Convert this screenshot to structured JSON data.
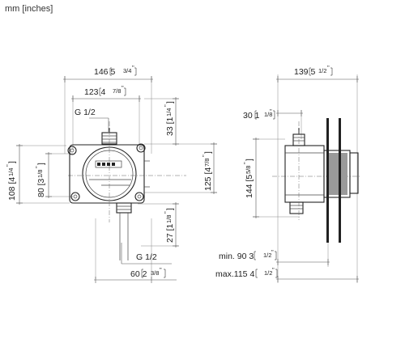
{
  "unit_note": "mm [inches]",
  "front_view": {
    "width_outer": {
      "mm": "146",
      "in_whole": "5",
      "in_frac": "3/4",
      "in_mark": "\""
    },
    "width_inner": {
      "mm": "123",
      "in_whole": "4",
      "in_frac": "7/8",
      "in_mark": "\""
    },
    "top_thread": "G 1/2",
    "top_offset": {
      "mm": "33",
      "in_whole": "1",
      "in_frac": "1/4",
      "in_mark": "\""
    },
    "height_overall": {
      "mm": "108",
      "in_whole": "4",
      "in_frac": "1/4",
      "in_mark": "\""
    },
    "height_inner": {
      "mm": "80",
      "in_whole": "3",
      "in_frac": "1/8",
      "in_mark": "\""
    },
    "height_right": {
      "mm": "125",
      "in_whole": "4",
      "in_frac": "7/8",
      "in_mark": "\""
    },
    "bottom_offset": {
      "mm": "27",
      "in_whole": "1",
      "in_frac": "1/8",
      "in_mark": "\""
    },
    "bottom_thread": "G 1/2",
    "bottom_width": {
      "mm": "60",
      "in_whole": "2",
      "in_frac": "3/8",
      "in_mark": "\""
    }
  },
  "side_view": {
    "depth_overall": {
      "mm": "139",
      "in_whole": "5",
      "in_frac": "1/2",
      "in_mark": "\""
    },
    "top_depth": {
      "mm": "30",
      "in_whole": "1",
      "in_frac": "1/8",
      "in_mark": "\""
    },
    "height": {
      "mm": "144",
      "in_whole": "5",
      "in_frac": "5/8",
      "in_mark": "\""
    },
    "min_depth": {
      "prefix": "min. ",
      "mm": "90",
      "in_whole": "3",
      "in_frac": "1/2",
      "in_mark": "\""
    },
    "max_depth": {
      "prefix": "max.",
      "mm": "115",
      "in_whole": "4",
      "in_frac": "1/2",
      "in_mark": "\""
    }
  }
}
